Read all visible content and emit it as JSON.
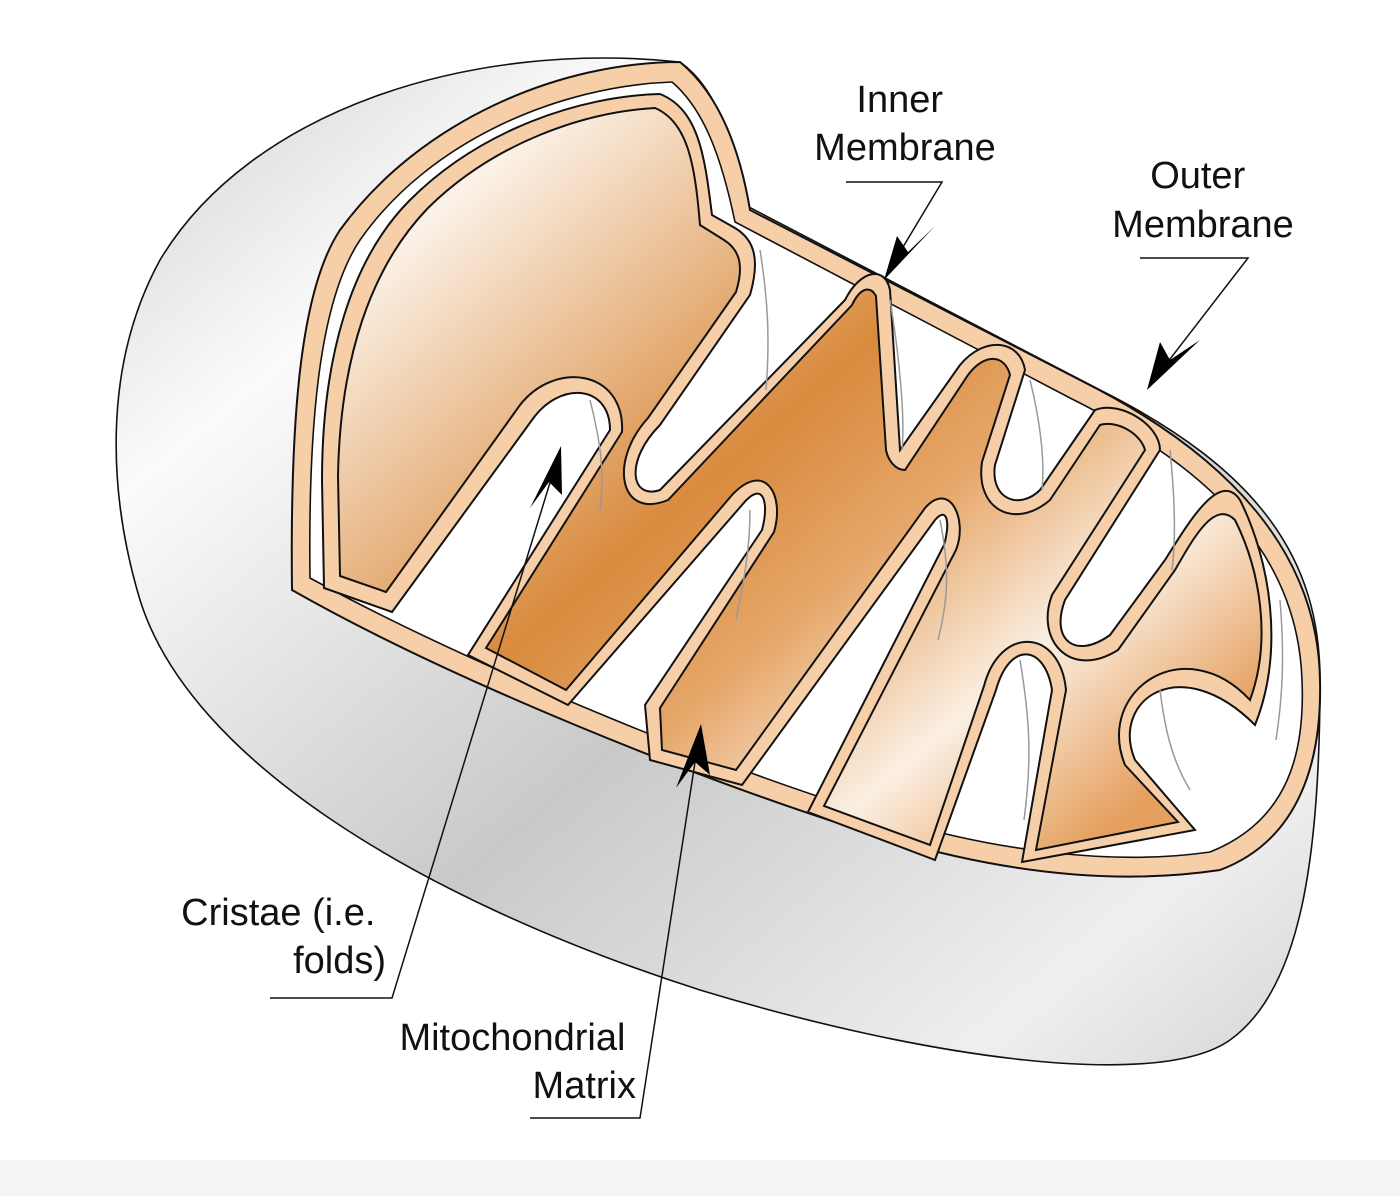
{
  "diagram": {
    "labels": {
      "inner_membrane": [
        "Inner",
        "Membrane"
      ],
      "outer_membrane": [
        "Outer",
        "Membrane"
      ],
      "cristae": [
        "Cristae (i.e.",
        "folds)"
      ],
      "matrix": [
        "Mitochondrial",
        "Matrix"
      ]
    },
    "colors": {
      "shell_light": "#fafafa",
      "shell_dark": "#bdbdbd",
      "membrane_band": "#f6cfa8",
      "matrix_light": "#fbeee0",
      "matrix_dark": "#d9873a",
      "outline": "#111111",
      "background": "#ffffff"
    }
  }
}
